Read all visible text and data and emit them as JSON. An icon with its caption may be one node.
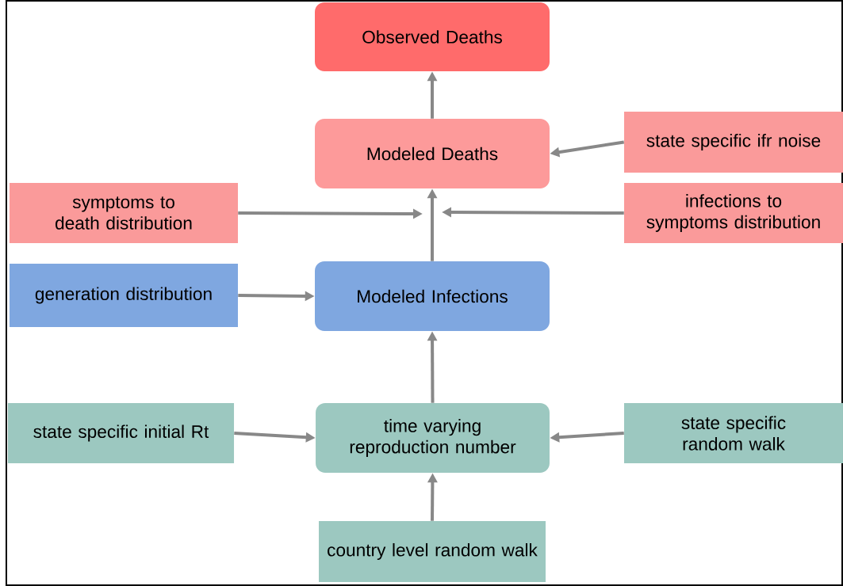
{
  "diagram": {
    "nodes": [
      {
        "text": [
          "Observed Deaths"
        ]
      },
      {
        "text": [
          "Modeled Deaths"
        ]
      },
      {
        "text": [
          "state specific ifr noise"
        ]
      },
      {
        "text": [
          "symptoms to death distribution"
        ]
      },
      {
        "text": [
          "infections to symptoms distribution"
        ]
      },
      {
        "text": [
          "generation distribution"
        ]
      },
      {
        "text": [
          "Modeled Infections"
        ]
      },
      {
        "text": [
          "state specific initial Rt"
        ]
      },
      {
        "text": [
          "time varying reproduction number"
        ]
      },
      {
        "text": [
          "state specific random walk"
        ]
      },
      {
        "text": [
          "country level random walk"
        ]
      }
    ],
    "edges": [
      {
        "from": 1,
        "to": 0,
        "arrow": "to"
      },
      {
        "from": 2,
        "to": 1,
        "arrow": "to"
      },
      {
        "from": 3,
        "to": null,
        "arrow": "to"
      },
      {
        "from": 4,
        "to": null,
        "arrow": "to"
      },
      {
        "from": 6,
        "to": 1,
        "arrow": "to"
      },
      {
        "from": 5,
        "to": 6,
        "arrow": "to"
      },
      {
        "from": 8,
        "to": 6,
        "arrow": "to"
      },
      {
        "from": 7,
        "to": 8,
        "arrow": "to"
      },
      {
        "from": 9,
        "to": 8,
        "arrow": "to"
      },
      {
        "from": 10,
        "to": 8,
        "arrow": "to"
      }
    ]
  }
}
